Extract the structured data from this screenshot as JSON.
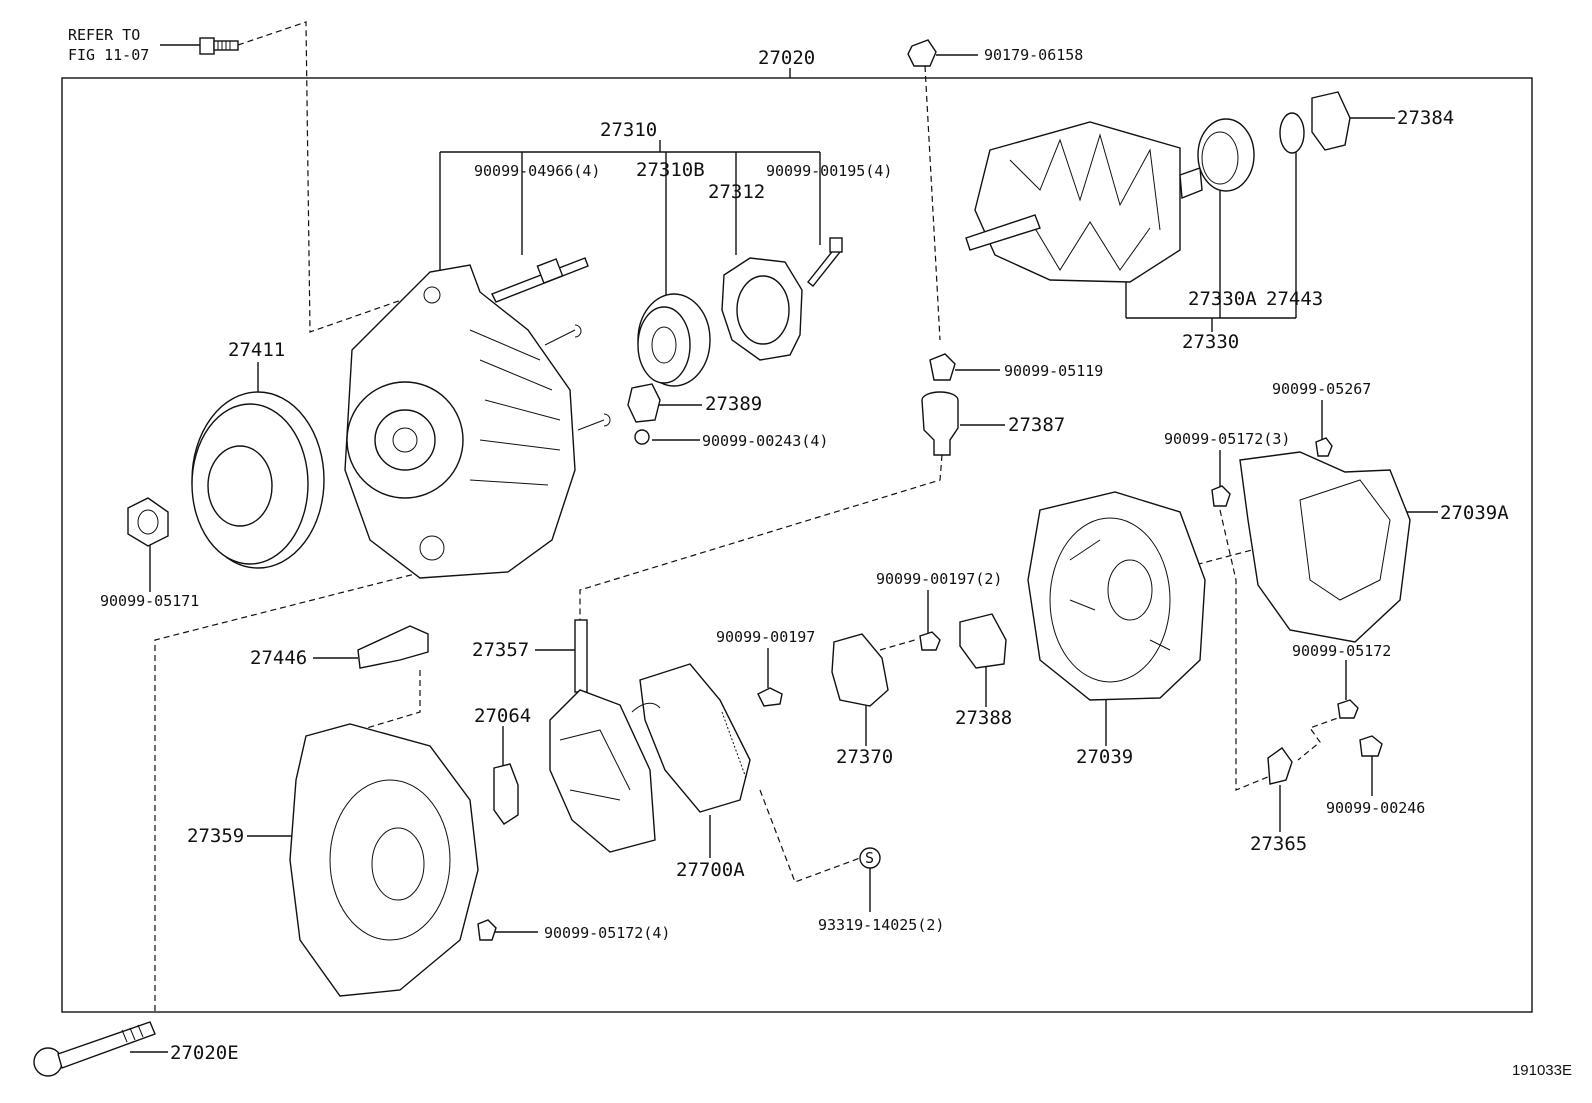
{
  "refer_note": {
    "line1": "REFER TO",
    "line2": "FIG 11-07"
  },
  "figure_id": "191033E",
  "labels": [
    {
      "id": "l27020",
      "text": "27020"
    },
    {
      "id": "l27310",
      "text": "27310"
    },
    {
      "id": "l9009904966",
      "text": "90099-04966(4)"
    },
    {
      "id": "l27310b",
      "text": "27310B"
    },
    {
      "id": "l27312",
      "text": "27312"
    },
    {
      "id": "l9009900195",
      "text": "90099-00195(4)"
    },
    {
      "id": "l9017906158",
      "text": "90179-06158"
    },
    {
      "id": "l27384",
      "text": "27384"
    },
    {
      "id": "l27330a",
      "text": "27330A"
    },
    {
      "id": "l27443",
      "text": "27443"
    },
    {
      "id": "l27330",
      "text": "27330"
    },
    {
      "id": "l27411",
      "text": "27411"
    },
    {
      "id": "l27389",
      "text": "27389"
    },
    {
      "id": "l9009900243",
      "text": "90099-00243(4)"
    },
    {
      "id": "l9009905119",
      "text": "90099-05119"
    },
    {
      "id": "l27387",
      "text": "27387"
    },
    {
      "id": "l9009905267",
      "text": "90099-05267"
    },
    {
      "id": "l9009905172x3",
      "text": "90099-05172(3)"
    },
    {
      "id": "l27039a",
      "text": "27039A"
    },
    {
      "id": "l9009905171",
      "text": "90099-05171"
    },
    {
      "id": "l9009900197x2",
      "text": "90099-00197(2)"
    },
    {
      "id": "l27446",
      "text": "27446"
    },
    {
      "id": "l27357",
      "text": "27357"
    },
    {
      "id": "l9009900197",
      "text": "90099-00197"
    },
    {
      "id": "l27388",
      "text": "27388"
    },
    {
      "id": "l27370",
      "text": "27370"
    },
    {
      "id": "l27039",
      "text": "27039"
    },
    {
      "id": "l9009905172",
      "text": "90099-05172"
    },
    {
      "id": "l27064",
      "text": "27064"
    },
    {
      "id": "l27359",
      "text": "27359"
    },
    {
      "id": "l27700a",
      "text": "27700A"
    },
    {
      "id": "l9331914025",
      "text": "93319-14025(2)"
    },
    {
      "id": "l27365",
      "text": "27365"
    },
    {
      "id": "l9009900246",
      "text": "90099-00246"
    },
    {
      "id": "l9009905172x4",
      "text": "90099-05172(4)"
    },
    {
      "id": "l27020e",
      "text": "27020E"
    }
  ]
}
